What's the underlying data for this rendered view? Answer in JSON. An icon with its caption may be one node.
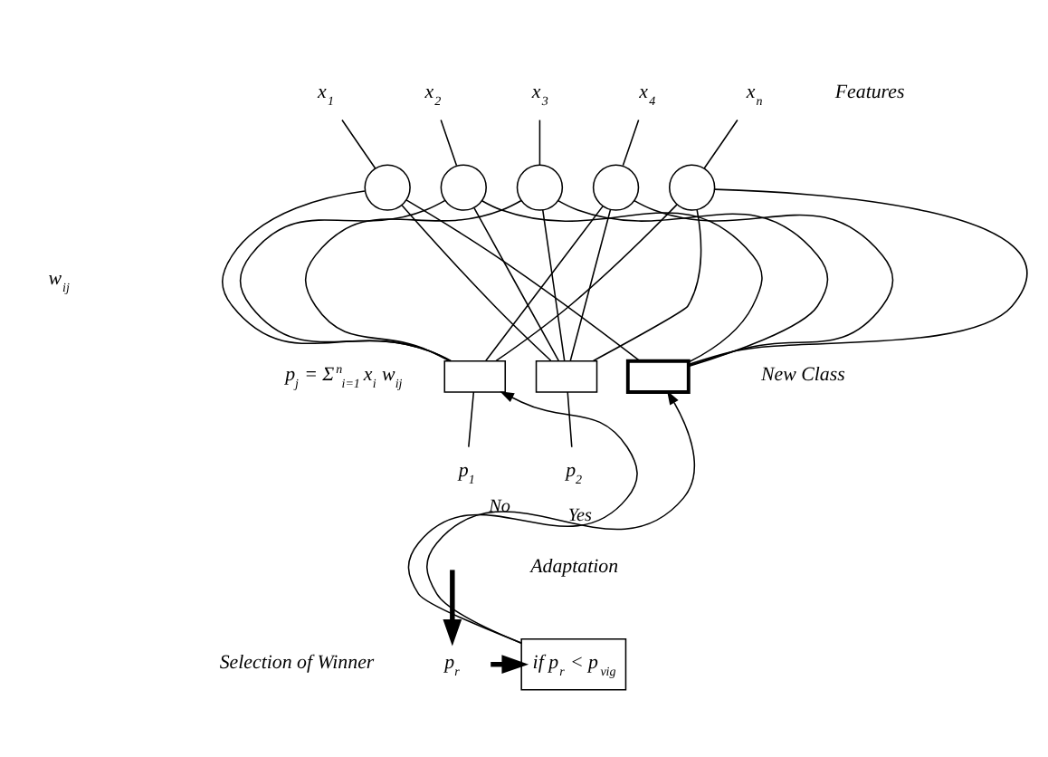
{
  "diagram": {
    "nodes": [
      {
        "text": [
          "x$_{1}$"
        ]
      },
      {
        "text": [
          "x$_{2}$"
        ]
      },
      {
        "text": [
          "x$_{3}$"
        ]
      },
      {
        "text": [
          "x$_{4}$"
        ]
      },
      {
        "text": [
          "x$_{n}$"
        ]
      },
      {
        "text": [],
        "shape": "circle"
      },
      {
        "text": [],
        "shape": "circle"
      },
      {
        "text": [],
        "shape": "circle"
      },
      {
        "text": [],
        "shape": "circle"
      },
      {
        "text": [],
        "shape": "circle"
      },
      {
        "text": [],
        "shape": "box"
      },
      {
        "text": [],
        "shape": "box"
      },
      {
        "text": [],
        "shape": "box",
        "beside": [
          "New Class"
        ]
      },
      {
        "text": [
          "p$_{1}$"
        ]
      },
      {
        "text": [
          "p$_{2}$"
        ]
      },
      {
        "text": [
          "p$_{r}$"
        ]
      },
      {
        "text": [
          "if p$_{r}$ < p$_{vig}$"
        ]
      }
    ],
    "edges": [
      {
        "from": 0,
        "to": 5,
        "arrow": "none"
      },
      {
        "from": 1,
        "to": 6,
        "arrow": "none"
      },
      {
        "from": 2,
        "to": 7,
        "arrow": "none"
      },
      {
        "from": 3,
        "to": 8,
        "arrow": "none"
      },
      {
        "from": 4,
        "to": 9,
        "arrow": "none"
      },
      {
        "from": 5,
        "to": 10,
        "arrow": "none"
      },
      {
        "from": 5,
        "to": 11,
        "arrow": "none"
      },
      {
        "from": 5,
        "to": 12,
        "arrow": "none"
      },
      {
        "from": 6,
        "to": 10,
        "arrow": "none"
      },
      {
        "from": 6,
        "to": 11,
        "arrow": "none"
      },
      {
        "from": 6,
        "to": 12,
        "arrow": "none"
      },
      {
        "from": 7,
        "to": 10,
        "arrow": "none"
      },
      {
        "from": 7,
        "to": 11,
        "arrow": "none"
      },
      {
        "from": 7,
        "to": 12,
        "arrow": "none"
      },
      {
        "from": 8,
        "to": 10,
        "arrow": "none"
      },
      {
        "from": 8,
        "to": 11,
        "arrow": "none"
      },
      {
        "from": 8,
        "to": 12,
        "arrow": "none"
      },
      {
        "from": 9,
        "to": 10,
        "arrow": "none"
      },
      {
        "from": 9,
        "to": 11,
        "arrow": "none"
      },
      {
        "from": 9,
        "to": 12,
        "arrow": "none"
      },
      {
        "from": 10,
        "to": 13,
        "arrow": "none"
      },
      {
        "from": 11,
        "to": 14,
        "arrow": "none"
      },
      {
        "from": null,
        "to": 15,
        "arrow": "to",
        "style": "thick"
      },
      {
        "from": 15,
        "to": 16,
        "arrow": "to",
        "style": "thick"
      },
      {
        "from": 16,
        "to": 10,
        "arrow": "to",
        "label": "No"
      },
      {
        "from": 16,
        "to": 12,
        "arrow": "to",
        "label": "Yes"
      }
    ],
    "labels": [
      "Features",
      "w$_{ij}$",
      "p$_{j}$ = Σ$^{n}$$_{i=1}$ x$_{i}$ w$_{ij}$",
      "Adaptation",
      "Selection of Winner"
    ]
  }
}
